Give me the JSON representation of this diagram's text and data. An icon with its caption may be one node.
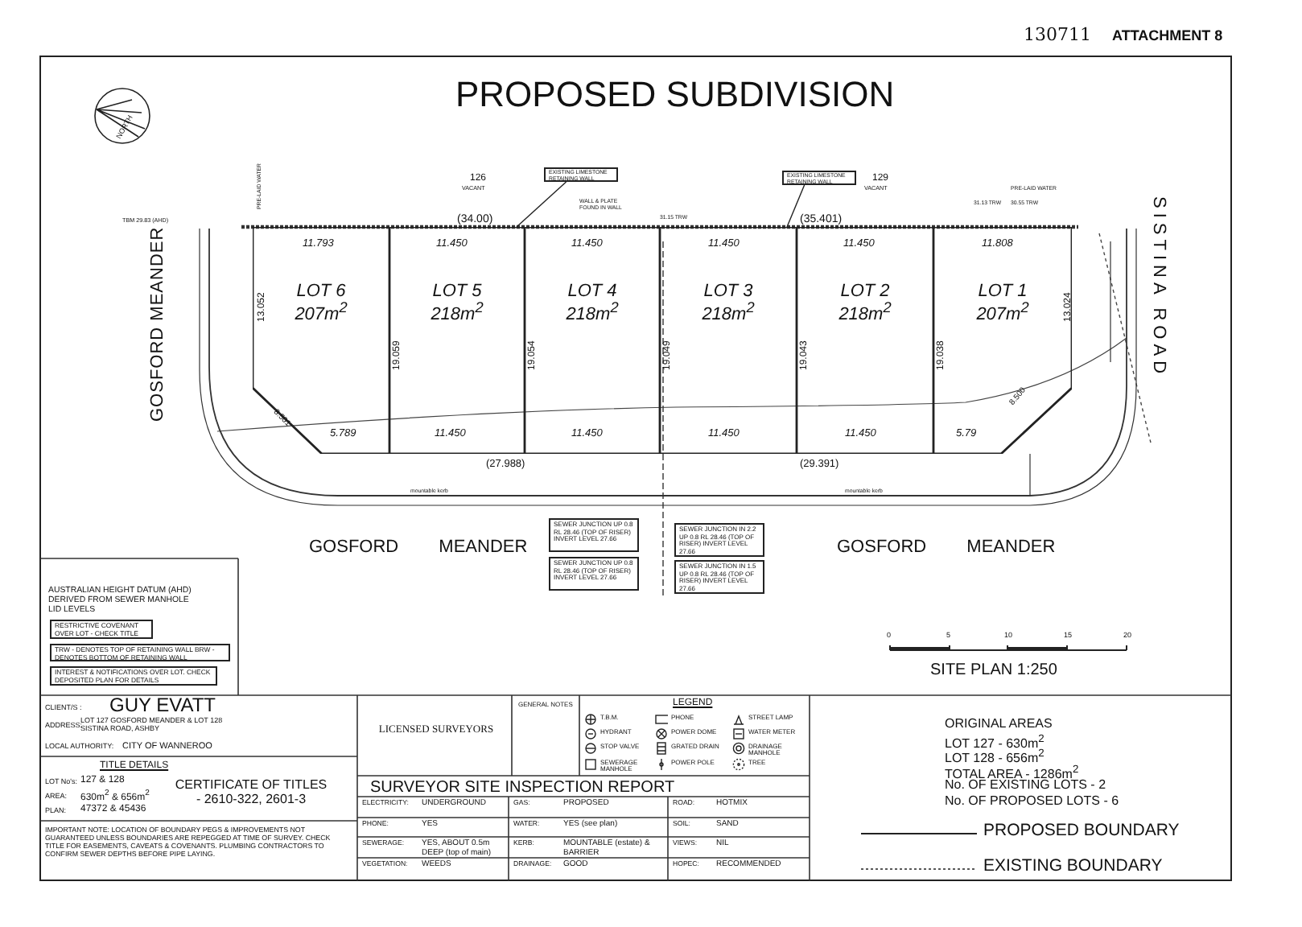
{
  "diagram": {
    "title": "PROPOSED SUBDIVISION",
    "nodes": [
      {
        "text": [
          "LOT 6",
          "207m$^{2}$"
        ]
      },
      {
        "text": [
          "LOT 5",
          "218m$^{2}$"
        ]
      },
      {
        "text": [
          "LOT 4",
          "218m$^{2}$"
        ]
      },
      {
        "text": [
          "LOT 3",
          "218m$^{2}$"
        ]
      },
      {
        "text": [
          "LOT 2",
          "218m$^{2}$"
        ]
      },
      {
        "text": [
          "LOT 1",
          "207m$^{2}$"
        ]
      },
      {
        "text": [
          "EXISTING LIMESTONE RETAINING WALL"
        ]
      },
      {
        "text": [
          "EXISTING LIMESTONE RETAINING WALL"
        ]
      },
      {
        "text": [
          "SEWER JUNCTION UP 0.8 RL 28.46 (TOP OF RISER) INVERT LEVEL 27.66"
        ]
      },
      {
        "text": [
          "SEWER JUNCTION UP 0.8 RL 28.46 (TOP OF RISER) INVERT LEVEL 27.66"
        ]
      },
      {
        "text": [
          "SEWER JUNCTION IN 2.2 UP 0.8 RL 28.46 (TOP OF RISER) INVERT LEVEL 27.66"
        ]
      },
      {
        "text": [
          "SEWER JUNCTION IN 1.5 UP 0.8 RL 28.46 (TOP OF RISER) INVERT LEVEL 27.66"
        ]
      },
      {
        "text": [
          "AUSTRALIAN HEIGHT DATUM (AHD) DERIVED FROM SEWER MANHOLE LID LEVELS"
        ]
      },
      {
        "text": [
          "RESTRICTIVE COVENANT OVER LOT - CHECK TITLE"
        ],
        "in": 12
      },
      {
        "text": [
          "TRW - DENOTES TOP OF RETAINING WALL BRW - DENOTES BOTTOM OF RETAINING WALL"
        ],
        "in": 12
      },
      {
        "text": [
          "INTEREST & NOTIFICATIONS OVER LOT. CHECK DEPOSITED PLAN FOR DETAILS"
        ],
        "in": 12
      }
    ],
    "edges": [
      {
        "from": 6,
        "to": 1,
        "arrow": "none"
      },
      {
        "from": 7,
        "to": 3,
        "arrow": "none"
      }
    ],
    "labels": [
      "130711",
      "ATTACHMENT 8",
      "NORTH",
      "126",
      "VACANT",
      "129",
      "VACANT",
      "TBM 29.83 (AHD)",
      "GOSFORD MEANDER",
      "PRE-LAID WATER",
      "WALL & PLATE FOUND IN WALL",
      "31.15 TRW",
      "(34.00)",
      "(35.401)",
      "PRE-LAID WATER",
      "31.13 TRW",
      "30.55 TRW",
      "SISTINA ROAD",
      "11.793",
      "11.450",
      "11.450",
      "11.450",
      "11.450",
      "11.808",
      "13.052",
      "19.059",
      "19.054",
      "19.049",
      "19.043",
      "19.038",
      "13.024",
      "5.789",
      "11.450",
      "11.450",
      "11.450",
      "11.450",
      "5.79",
      "8.501",
      "8.500",
      "(27.988)",
      "(29.391)",
      "mountable kerb",
      "mountable kerb",
      "GOSFORD MEANDER",
      "GOSFORD MEANDER",
      "0",
      "5",
      "10",
      "15",
      "20",
      "SITE PLAN 1:250",
      "CLIENT/S :",
      "GUY EVATT",
      "ADDRESS:",
      "LOT 127 GOSFORD MEANDER & LOT 128 SISTINA ROAD, ASHBY",
      "LOCAL AUTHORITY:",
      "CITY OF WANNEROO",
      "TITLE DETAILS",
      "LOT No's:",
      "127 & 128",
      "AREA:",
      "630m$^{2}$ & 656m$^{2}$",
      "PLAN:",
      "47372 & 45436",
      "CERTIFICATE OF TITLES - 2610-322, 2601-3",
      "IMPORTANT NOTE: LOCATION OF BOUNDARY PEGS & IMPROVEMENTS NOT GUARANTEED UNLESS BOUNDARIES ARE REPEGGED AT TIME OF SURVEY. CHECK TITLE FOR EASEMENTS, CAVEATS & COVENANTS. PLUMBING CONTRACTORS TO CONFIRM SEWER DEPTHS BEFORE PIPE LAYING.",
      "LICENSED SURVEYORS",
      "GENERAL NOTES",
      "LEGEND",
      "SURVEYOR SITE INSPECTION REPORT",
      "ELECTRICITY:",
      "UNDERGROUND",
      "GAS:",
      "PROPOSED",
      "ROAD:",
      "HOTMIX",
      "PHONE:",
      "YES",
      "WATER:",
      "YES (see plan)",
      "SOIL:",
      "SAND",
      "SEWERAGE:",
      "YES, ABOUT 0.5m DEEP (top of main)",
      "KERB:",
      "MOUNTABLE (estate) & BARRIER",
      "VIEWS:",
      "NIL",
      "VEGETATION:",
      "WEEDS",
      "DRAINAGE:",
      "GOOD",
      "HOPEC:",
      "RECOMMENDED",
      "ORIGINAL AREAS",
      "LOT 127 - 630m$^{2}$",
      "LOT 128 - 656m$^{2}$",
      "TOTAL AREA - 1286m$^{2}$",
      "No. OF EXISTING LOTS - 2",
      "No. OF PROPOSED LOTS - 6"
    ],
    "legend": [
      {
        "text": "T.B.M."
      },
      {
        "text": "PHONE"
      },
      {
        "text": "STREET LAMP"
      },
      {
        "text": "HYDRANT"
      },
      {
        "text": "POWER DOME"
      },
      {
        "text": "WATER METER"
      },
      {
        "text": "STOP VALVE"
      },
      {
        "text": "GRATED DRAIN"
      },
      {
        "text": "DRAINAGE MANHOLE"
      },
      {
        "text": "SEWERAGE MANHOLE"
      },
      {
        "text": "POWER POLE"
      },
      {
        "text": "TREE"
      },
      {
        "text": "PROPOSED BOUNDARY"
      },
      {
        "text": "EXISTING BOUNDARY"
      }
    ]
  }
}
